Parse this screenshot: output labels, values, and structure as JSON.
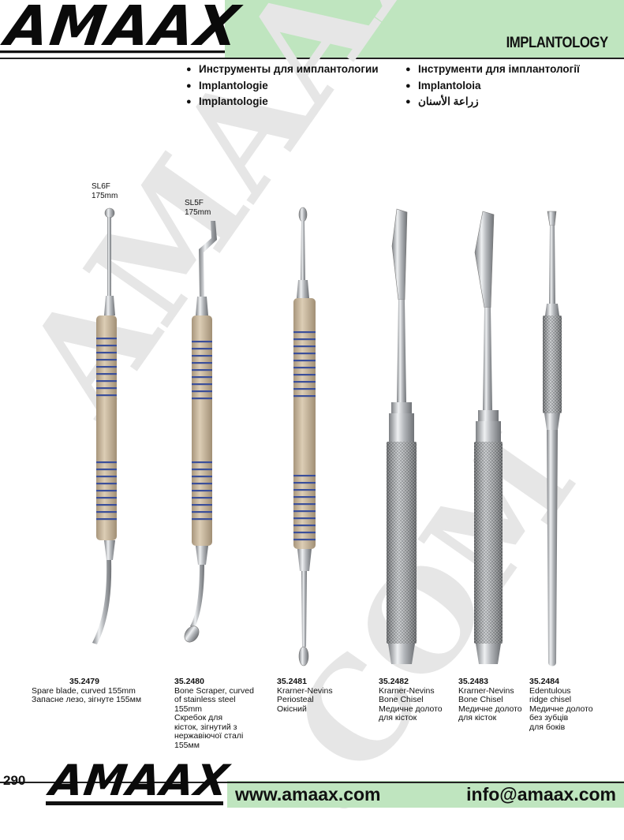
{
  "header": {
    "logo": "AMAAX",
    "section_title": "IMPLANTOLOGY"
  },
  "languages": {
    "left": [
      "Инструменты для имплантологии",
      "Implantologie",
      "Implantologie"
    ],
    "right": [
      "Інструменти для імплантології",
      "Implantoloia",
      "زراعة الأسنان"
    ]
  },
  "watermark": [
    "AMAAX",
    ".COM"
  ],
  "size_labels": [
    {
      "model": "SL6F",
      "length": "175mm"
    },
    {
      "model": "SL5F",
      "length": "175mm"
    }
  ],
  "products": [
    {
      "code": "35.2479",
      "lines": [
        "Spare blade, curved 155mm",
        "Запасне лезо, зігнуте 155мм"
      ]
    },
    {
      "code": "35.2480",
      "lines": [
        "Bone Scraper, curved",
        "of stainless steel",
        "155mm",
        "Скребок для",
        "кісток, зігнутий з",
        "нержавіючої сталі",
        "155мм"
      ]
    },
    {
      "code": "35.2481",
      "lines": [
        "Krarner-Nevins",
        "Periosteal",
        "Окісний"
      ]
    },
    {
      "code": "35.2482",
      "lines": [
        "Krarner-Nevins",
        "Bone Chisel",
        "Медичне долото",
        "для кісток"
      ]
    },
    {
      "code": "35.2483",
      "lines": [
        "Krarner-Nevins",
        "Bone Chisel",
        "Медичне долото",
        "для кісток"
      ]
    },
    {
      "code": "35.2484",
      "lines": [
        "Edentulous",
        "ridge chisel",
        "Медичне долото",
        "без зубців",
        "для боків"
      ]
    }
  ],
  "footer": {
    "page_number": "290",
    "logo": "AMAAX",
    "website": "www.amaax.com",
    "email": "info@amaax.com"
  },
  "colors": {
    "band": "#bfe5bf",
    "handle": "#cdbca2",
    "stripe": "#3b4f9a",
    "steel": "#b9bcc0"
  }
}
